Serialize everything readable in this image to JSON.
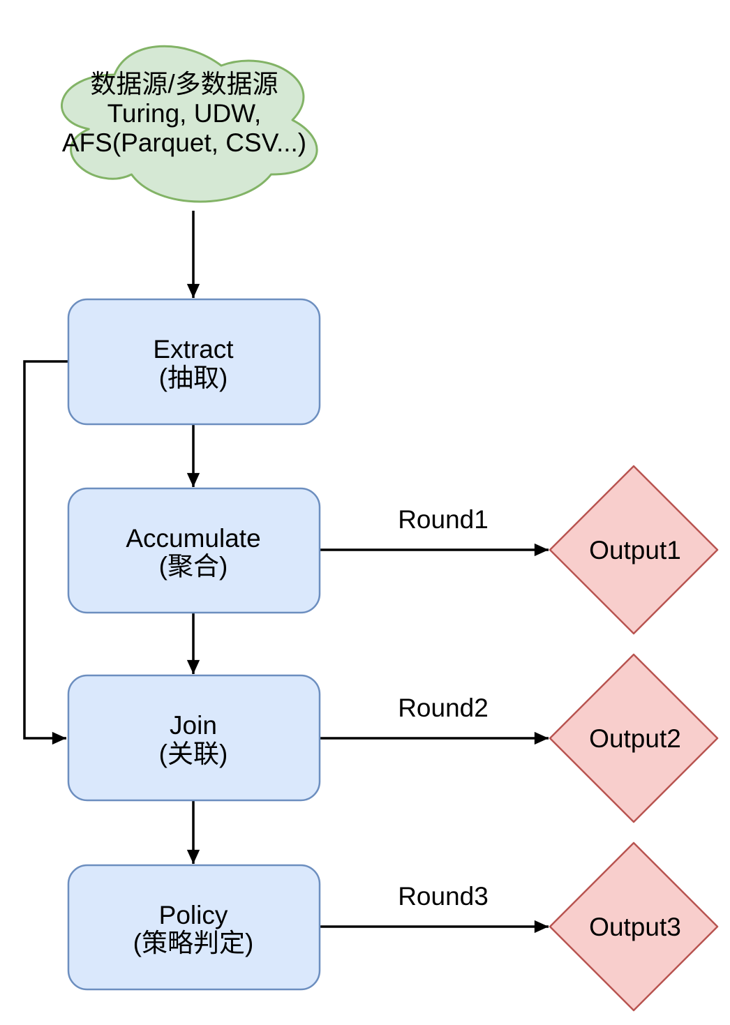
{
  "cloud": {
    "line1": "数据源/多数据源",
    "line2": "Turing, UDW,",
    "line3": "AFS(Parquet, CSV...)"
  },
  "nodes": {
    "extract": {
      "title": "Extract",
      "subtitle": "(抽取)"
    },
    "accumulate": {
      "title": "Accumulate",
      "subtitle": "(聚合)"
    },
    "join": {
      "title": "Join",
      "subtitle": "(关联)"
    },
    "policy": {
      "title": "Policy",
      "subtitle": "(策略判定)"
    }
  },
  "outputs": {
    "output1": "Output1",
    "output2": "Output2",
    "output3": "Output3"
  },
  "edge_labels": {
    "round1": "Round1",
    "round2": "Round2",
    "round3": "Round3"
  },
  "colors": {
    "cloud_fill": "#d5e8d4",
    "cloud_stroke": "#82b366",
    "process_fill": "#dae8fc",
    "process_stroke": "#6c8ebf",
    "output_fill": "#f8cecc",
    "output_stroke": "#b85450",
    "arrow": "#000000",
    "text": "#000000",
    "background": "#ffffff"
  }
}
